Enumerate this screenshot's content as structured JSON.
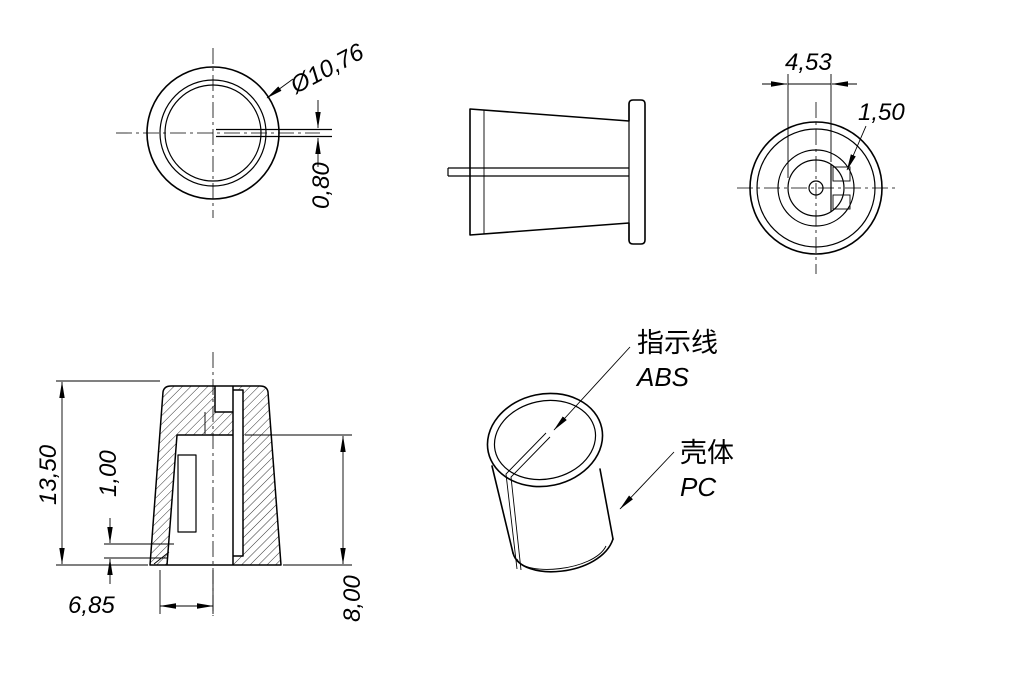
{
  "views": {
    "top": {
      "dim_outer_diameter": "Ø10,76",
      "dim_indicator_width": "0,80"
    },
    "side": {},
    "bottom": {
      "dim_shaft_flat": "4,53",
      "dim_key_width": "1,50"
    },
    "section": {
      "dim_total_height": "13,50",
      "dim_wall": "1,00",
      "dim_base_offset": "6,85",
      "dim_bore_depth": "8,00"
    },
    "isometric": {
      "callouts": {
        "indicator": {
          "label": "指示线",
          "material": "ABS"
        },
        "housing": {
          "label": "壳体",
          "material": "PC"
        }
      }
    }
  },
  "colors": {
    "line": "#000000",
    "background": "#ffffff"
  }
}
